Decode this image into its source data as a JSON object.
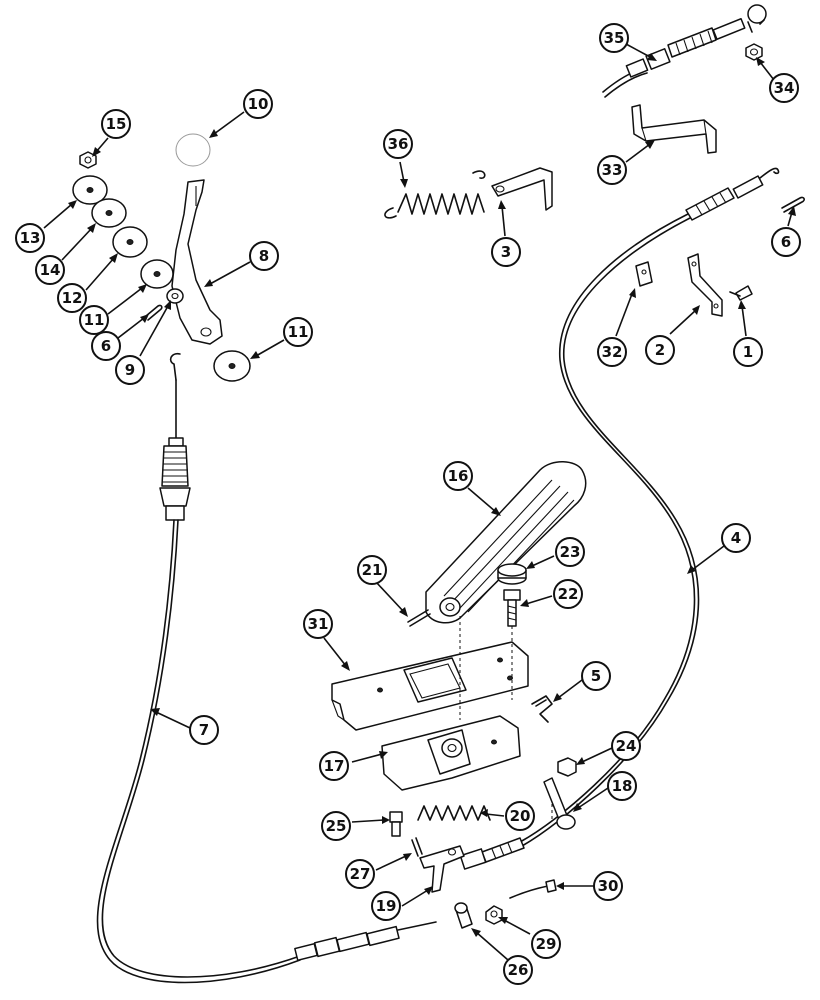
{
  "callouts": [
    {
      "id": "c1",
      "label": "1"
    },
    {
      "id": "c2",
      "label": "2"
    },
    {
      "id": "c3",
      "label": "3"
    },
    {
      "id": "c4",
      "label": "4"
    },
    {
      "id": "c5",
      "label": "5"
    },
    {
      "id": "c6a",
      "label": "6"
    },
    {
      "id": "c6b",
      "label": "6"
    },
    {
      "id": "c7",
      "label": "7"
    },
    {
      "id": "c8",
      "label": "8"
    },
    {
      "id": "c9",
      "label": "9"
    },
    {
      "id": "c10",
      "label": "10"
    },
    {
      "id": "c11a",
      "label": "11"
    },
    {
      "id": "c11b",
      "label": "11"
    },
    {
      "id": "c12",
      "label": "12"
    },
    {
      "id": "c13",
      "label": "13"
    },
    {
      "id": "c14",
      "label": "14"
    },
    {
      "id": "c15",
      "label": "15"
    },
    {
      "id": "c16",
      "label": "16"
    },
    {
      "id": "c17",
      "label": "17"
    },
    {
      "id": "c18",
      "label": "18"
    },
    {
      "id": "c19",
      "label": "19"
    },
    {
      "id": "c20",
      "label": "20"
    },
    {
      "id": "c21",
      "label": "21"
    },
    {
      "id": "c22",
      "label": "22"
    },
    {
      "id": "c23",
      "label": "23"
    },
    {
      "id": "c24",
      "label": "24"
    },
    {
      "id": "c25",
      "label": "25"
    },
    {
      "id": "c26",
      "label": "26"
    },
    {
      "id": "c27",
      "label": "27"
    },
    {
      "id": "c29",
      "label": "29"
    },
    {
      "id": "c30",
      "label": "30"
    },
    {
      "id": "c31",
      "label": "31"
    },
    {
      "id": "c32",
      "label": "32"
    },
    {
      "id": "c33",
      "label": "33"
    },
    {
      "id": "c34",
      "label": "34"
    },
    {
      "id": "c35",
      "label": "35"
    },
    {
      "id": "c36",
      "label": "36"
    }
  ]
}
